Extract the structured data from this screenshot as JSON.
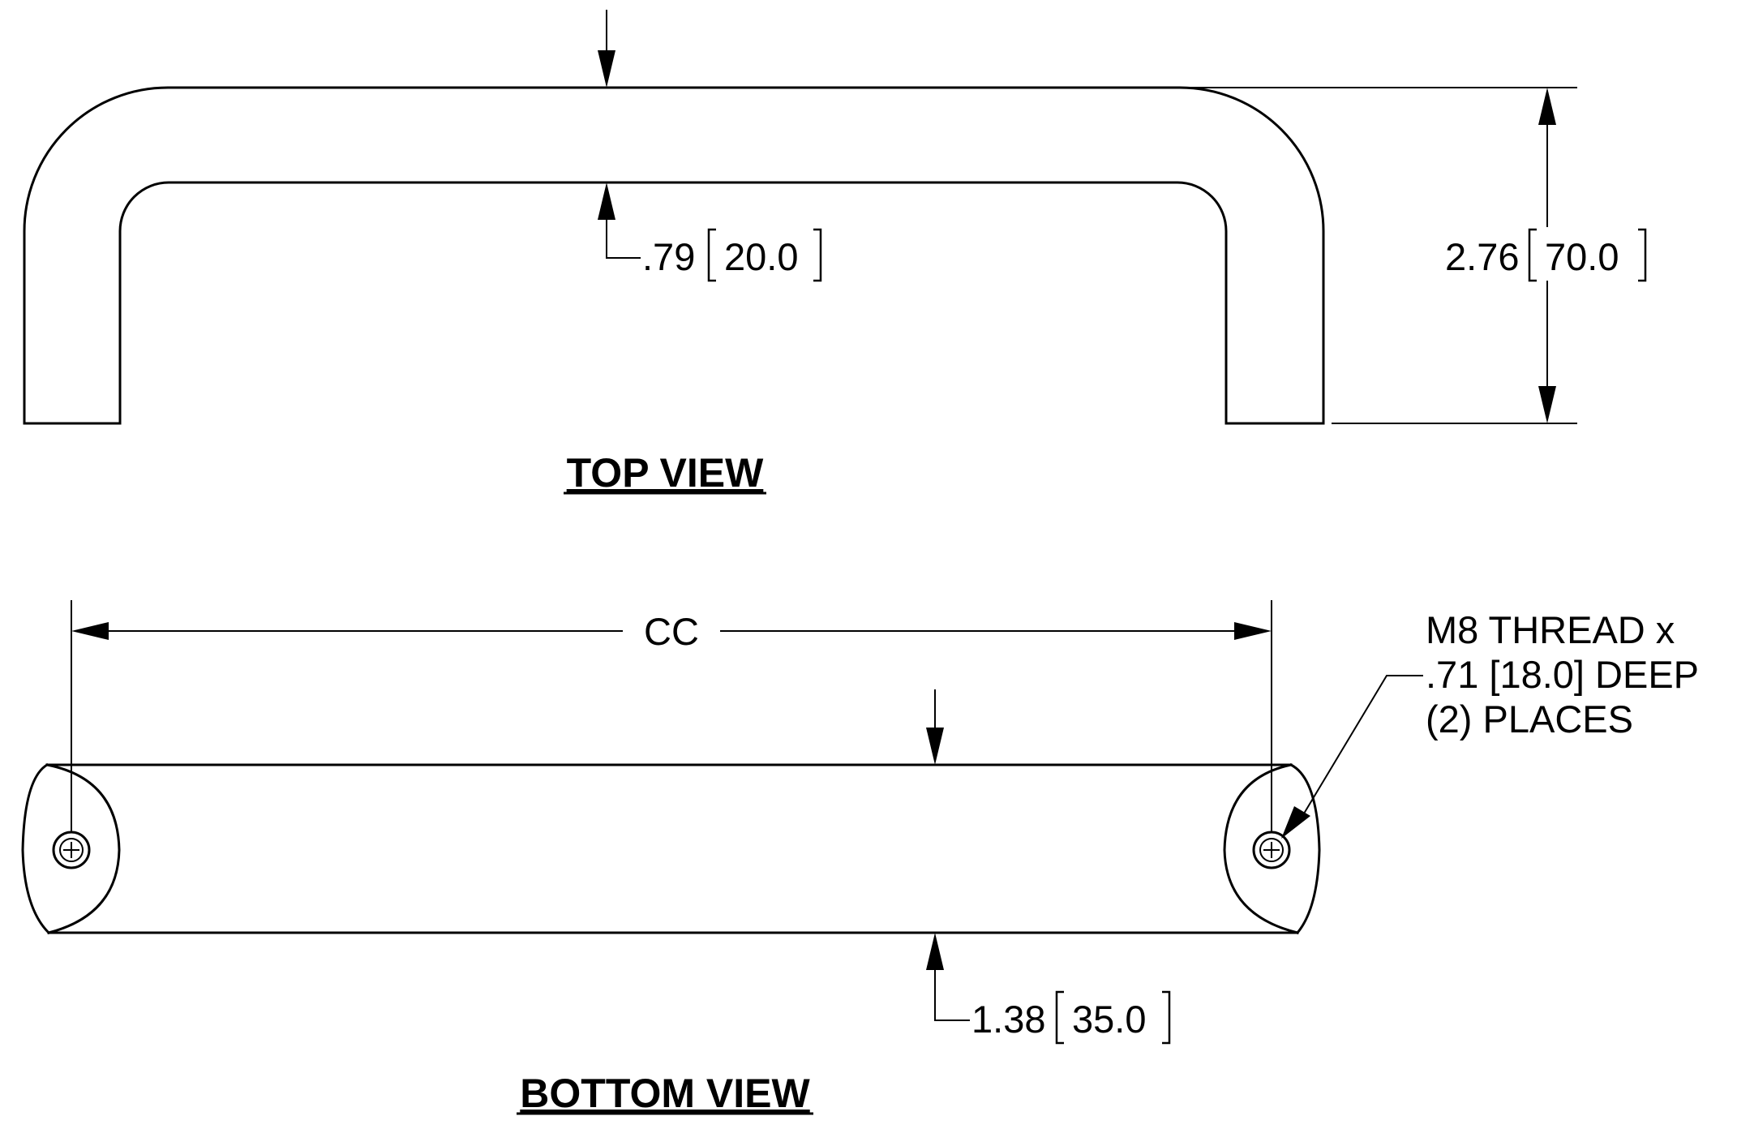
{
  "top_view": {
    "title": "TOP VIEW",
    "wall_dim": {
      "inch": ".79",
      "mm": "20.0"
    },
    "height_dim": {
      "inch": "2.76",
      "mm": "70.0"
    }
  },
  "bottom_view": {
    "title": "BOTTOM VIEW",
    "cc_label": "CC",
    "width_dim": {
      "inch": "1.38",
      "mm": "35.0"
    },
    "thread_note": {
      "line1": "M8 THREAD x",
      "line2": ".71 [18.0] DEEP",
      "line3": "(2) PLACES"
    }
  }
}
